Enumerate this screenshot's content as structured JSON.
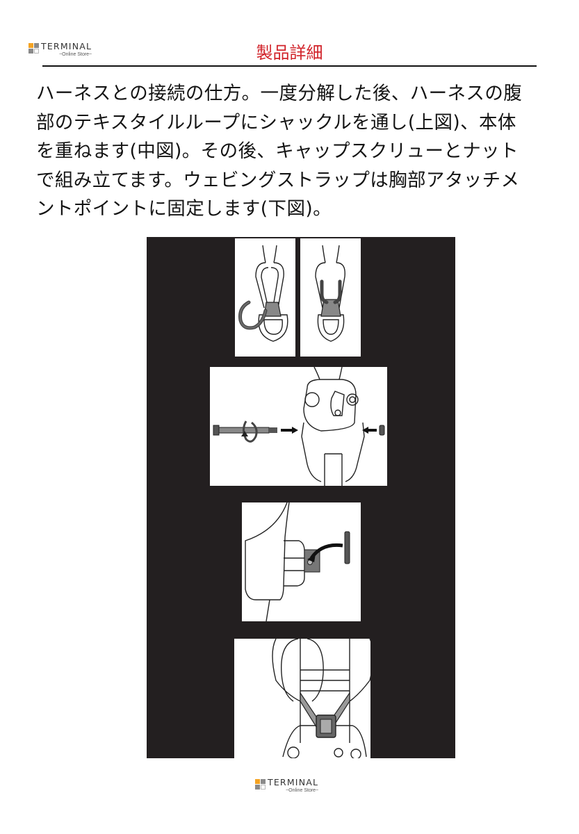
{
  "header": {
    "logo": {
      "brand": "TERMINAL",
      "tagline": "~Online Store~"
    },
    "title": "製品詳細",
    "title_color": "#d1232a"
  },
  "description": {
    "lines": [
      "ハーネスとの接続の仕方。一度分解した後、ハーネスの腹",
      "部のテキスタイルループにシャックルを通し(上図)、本体",
      "を重ねます(中図)。その後、キャップスクリューとナット",
      "で組み立てます。ウェビングストラップは胸部アタッチメ",
      "ントポイントに固定します(下図)。"
    ]
  },
  "illustration": {
    "background": "#231f20",
    "figures": [
      {
        "id": "fig-1a",
        "depicts": "shackle-open-through-textile-loop"
      },
      {
        "id": "fig-1b",
        "depicts": "shackle-closed-on-textile-loop"
      },
      {
        "id": "fig-2",
        "depicts": "cap-screw-and-nut-insertion"
      },
      {
        "id": "fig-3",
        "depicts": "nut-tightening-with-tool"
      },
      {
        "id": "fig-4",
        "depicts": "webbing-strap-chest-attachment"
      }
    ]
  },
  "footer": {
    "logo": {
      "brand": "TERMINAL",
      "tagline": "~Online Store~"
    }
  },
  "colors": {
    "accent_orange": "#f4a323",
    "logo_grey": "#8a8a8a",
    "rule": "#111111"
  }
}
